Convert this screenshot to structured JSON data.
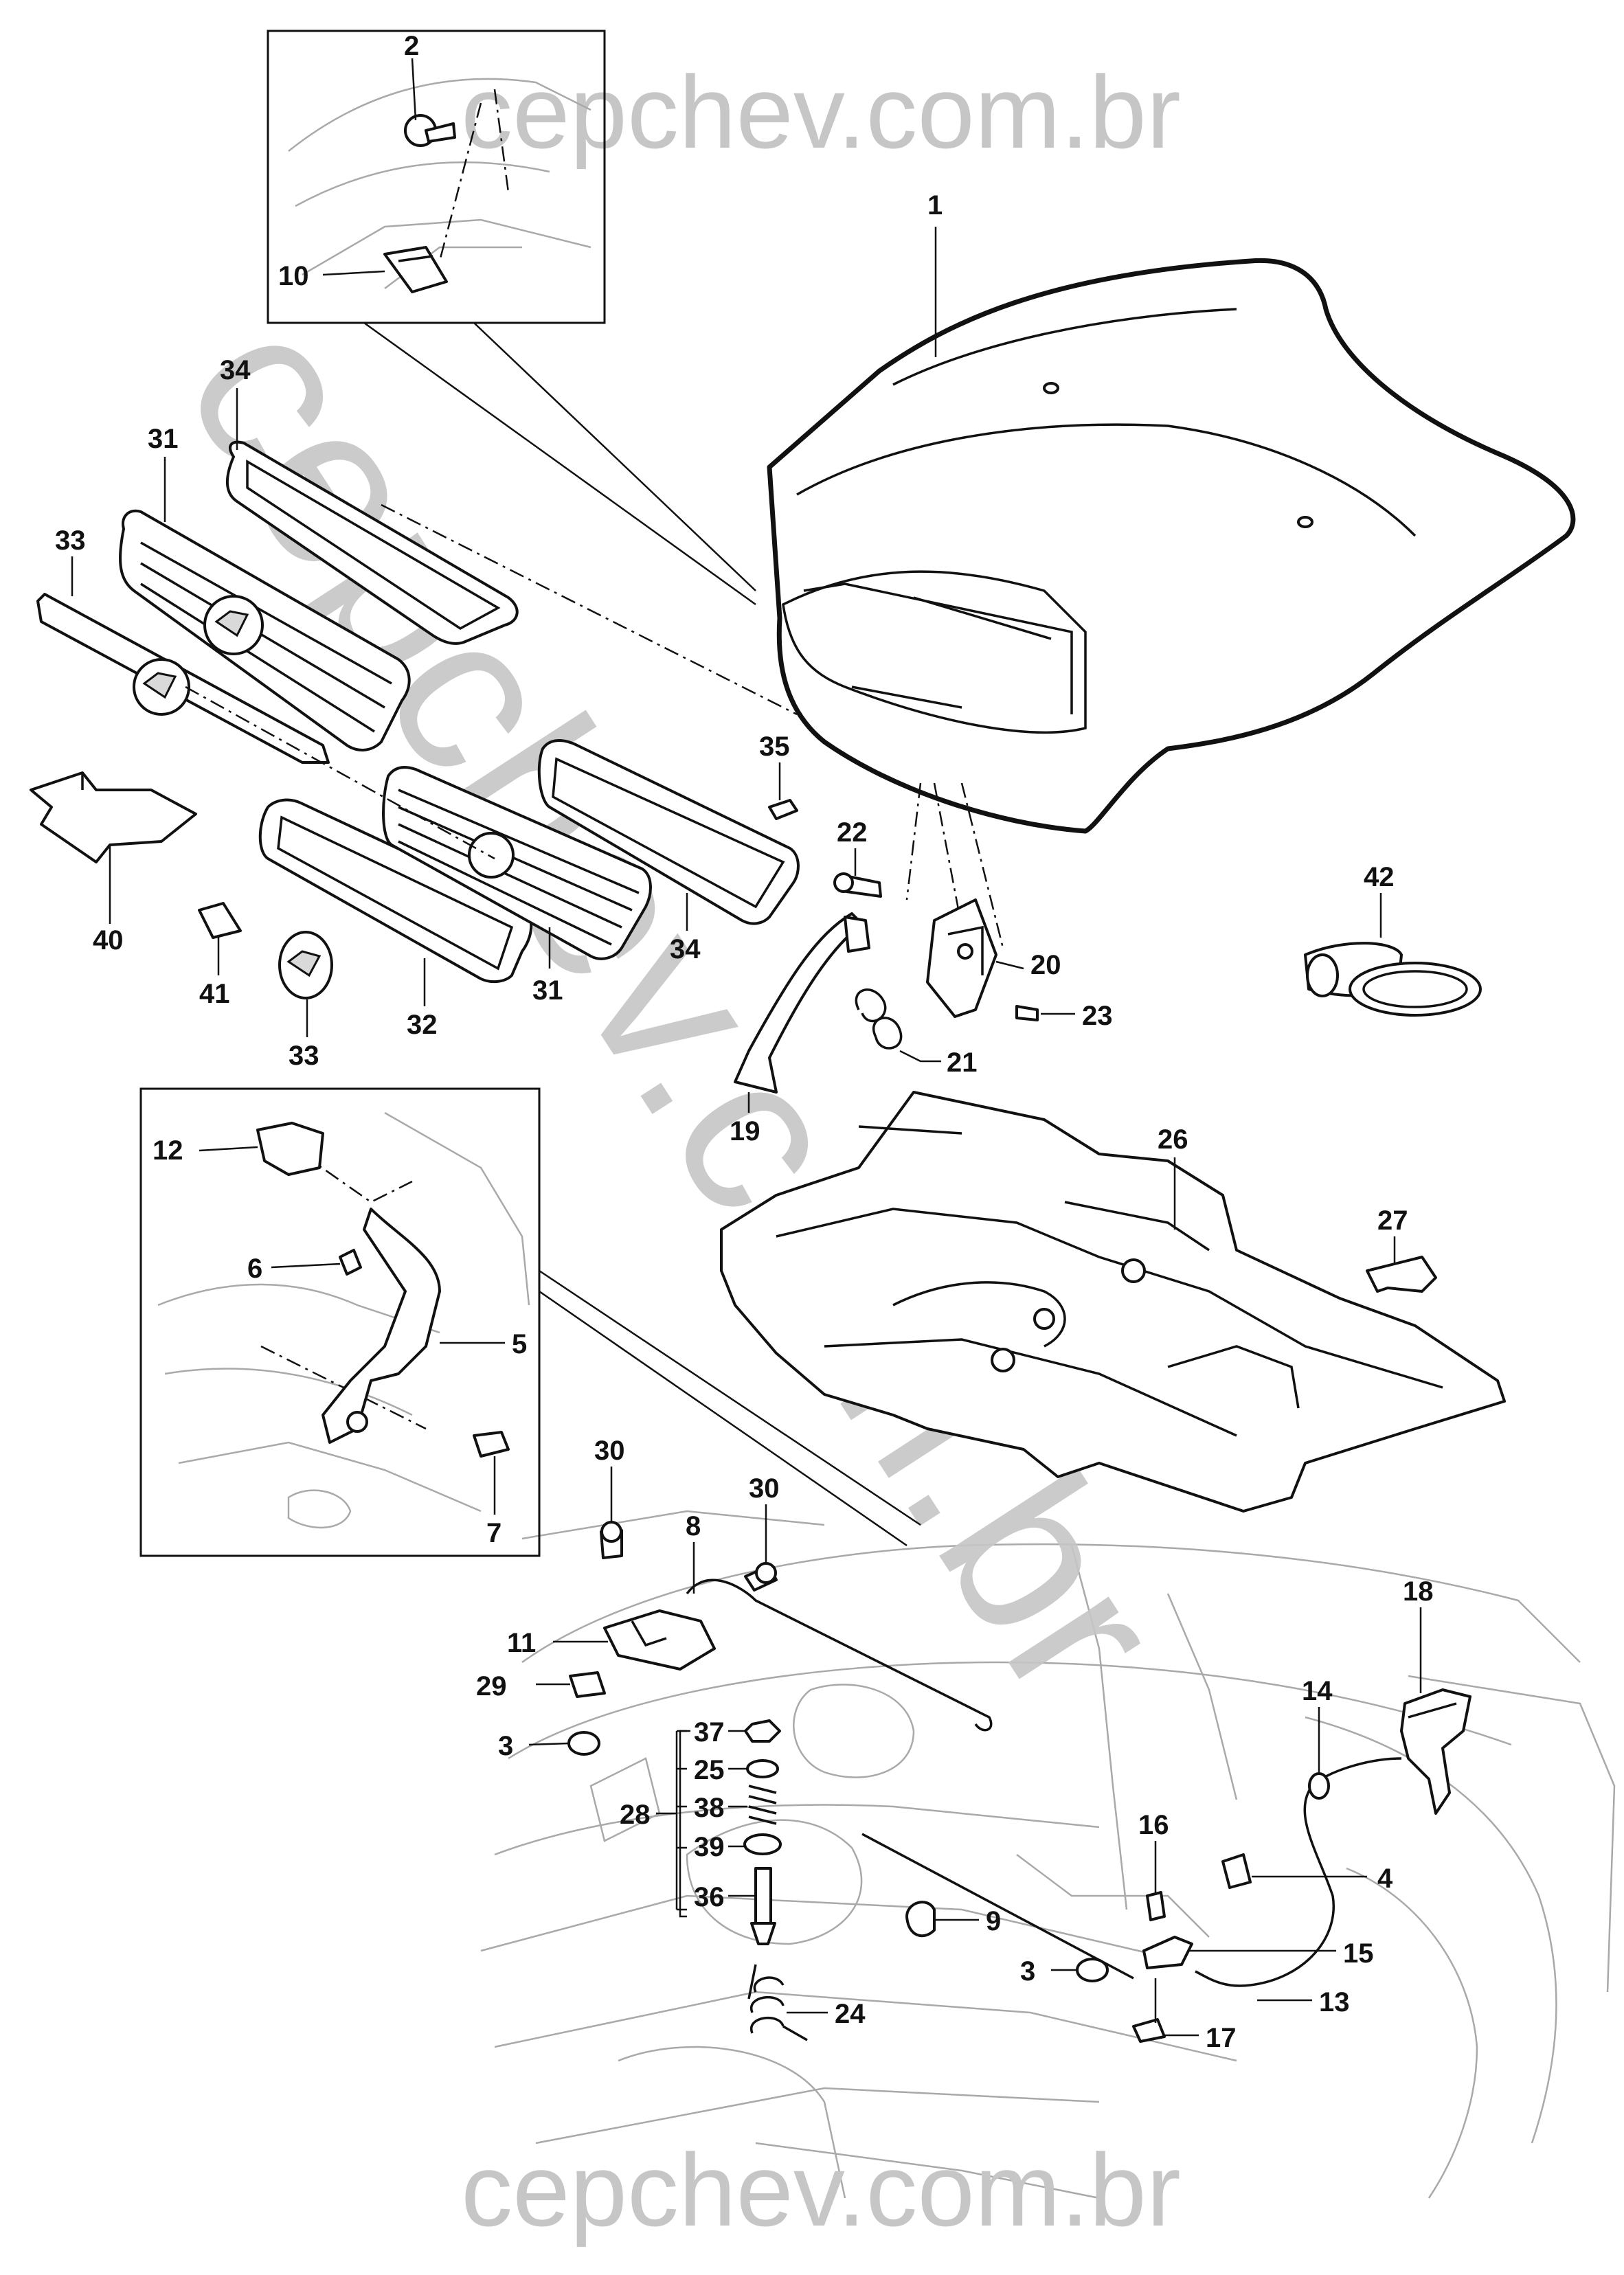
{
  "watermark": {
    "top_text": "cepchev.com.br",
    "bottom_text": "cepchev.com.br",
    "diagonal_text": "cepchev.com.br"
  },
  "callouts": [
    {
      "id": "c-1",
      "label": "1"
    },
    {
      "id": "c-2",
      "label": "2"
    },
    {
      "id": "c-10",
      "label": "10"
    },
    {
      "id": "c-34a",
      "label": "34"
    },
    {
      "id": "c-31a",
      "label": "31"
    },
    {
      "id": "c-33a",
      "label": "33"
    },
    {
      "id": "c-40",
      "label": "40"
    },
    {
      "id": "c-41",
      "label": "41"
    },
    {
      "id": "c-33b",
      "label": "33"
    },
    {
      "id": "c-32",
      "label": "32"
    },
    {
      "id": "c-31b",
      "label": "31"
    },
    {
      "id": "c-34b",
      "label": "34"
    },
    {
      "id": "c-35",
      "label": "35"
    },
    {
      "id": "c-22",
      "label": "22"
    },
    {
      "id": "c-20",
      "label": "20"
    },
    {
      "id": "c-23",
      "label": "23"
    },
    {
      "id": "c-21",
      "label": "21"
    },
    {
      "id": "c-19",
      "label": "19"
    },
    {
      "id": "c-42",
      "label": "42"
    },
    {
      "id": "c-12",
      "label": "12"
    },
    {
      "id": "c-6",
      "label": "6"
    },
    {
      "id": "c-5",
      "label": "5"
    },
    {
      "id": "c-7",
      "label": "7"
    },
    {
      "id": "c-26",
      "label": "26"
    },
    {
      "id": "c-27",
      "label": "27"
    },
    {
      "id": "c-30a",
      "label": "30"
    },
    {
      "id": "c-30b",
      "label": "30"
    },
    {
      "id": "c-8",
      "label": "8"
    },
    {
      "id": "c-11",
      "label": "11"
    },
    {
      "id": "c-29",
      "label": "29"
    },
    {
      "id": "c-3a",
      "label": "3"
    },
    {
      "id": "c-37",
      "label": "37"
    },
    {
      "id": "c-25",
      "label": "25"
    },
    {
      "id": "c-28",
      "label": "28"
    },
    {
      "id": "c-38",
      "label": "38"
    },
    {
      "id": "c-39",
      "label": "39"
    },
    {
      "id": "c-36",
      "label": "36"
    },
    {
      "id": "c-9",
      "label": "9"
    },
    {
      "id": "c-3b",
      "label": "3"
    },
    {
      "id": "c-24",
      "label": "24"
    },
    {
      "id": "c-18",
      "label": "18"
    },
    {
      "id": "c-14",
      "label": "14"
    },
    {
      "id": "c-16",
      "label": "16"
    },
    {
      "id": "c-4",
      "label": "4"
    },
    {
      "id": "c-15",
      "label": "15"
    },
    {
      "id": "c-13",
      "label": "13"
    },
    {
      "id": "c-17",
      "label": "17"
    }
  ]
}
